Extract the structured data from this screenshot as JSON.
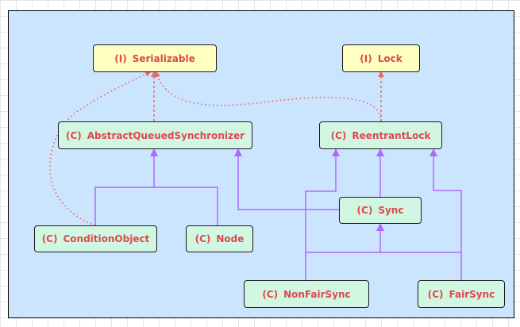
{
  "colors": {
    "interface_fill": "#ffffc0",
    "class_fill": "#d1f7e2",
    "label_text": "#e0474c",
    "inheritance_arrow": "#b266ff",
    "dotted_dependency": "#ea6b66",
    "dashed_realization": "#ea6b66",
    "canvas_background": "#cce5ff"
  },
  "nodes": {
    "serializable": {
      "kind": "(I)",
      "name": "Serializable"
    },
    "lock": {
      "kind": "(I)",
      "name": "Lock"
    },
    "aqs": {
      "kind": "(C)",
      "name": "AbstractQueuedSynchronizer"
    },
    "reentrant_lock": {
      "kind": "(C)",
      "name": "ReentrantLock"
    },
    "sync": {
      "kind": "(C)",
      "name": "Sync"
    },
    "condition_object": {
      "kind": "(C)",
      "name": "ConditionObject"
    },
    "node": {
      "kind": "(C)",
      "name": "Node"
    },
    "non_fair_sync": {
      "kind": "(C)",
      "name": "NonFairSync"
    },
    "fair_sync": {
      "kind": "(C)",
      "name": "FairSync"
    }
  }
}
